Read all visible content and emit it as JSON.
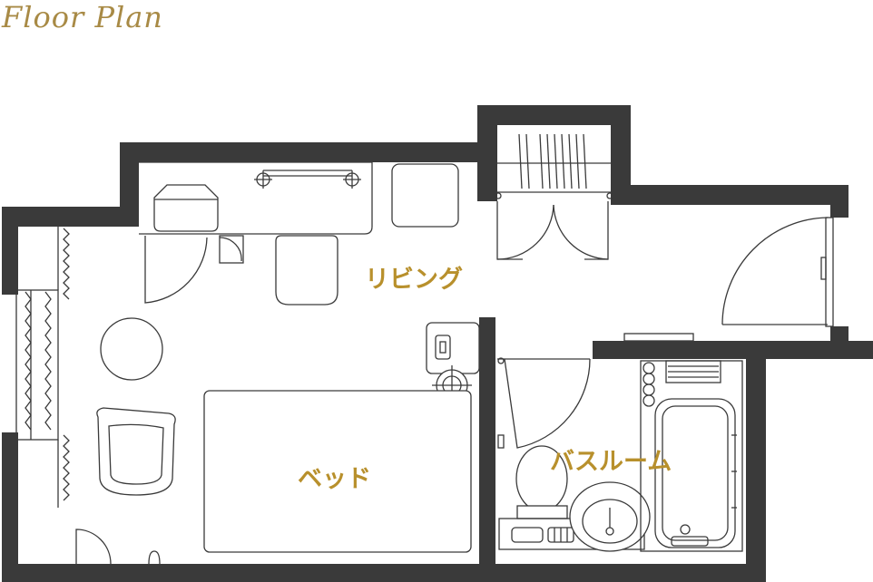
{
  "title": "Floor Plan",
  "rooms": {
    "living": "リビング",
    "bed": "ベッド",
    "bath": "バスルーム"
  },
  "colors": {
    "accent": "#b8902c",
    "wall": "#3a3a3a"
  }
}
